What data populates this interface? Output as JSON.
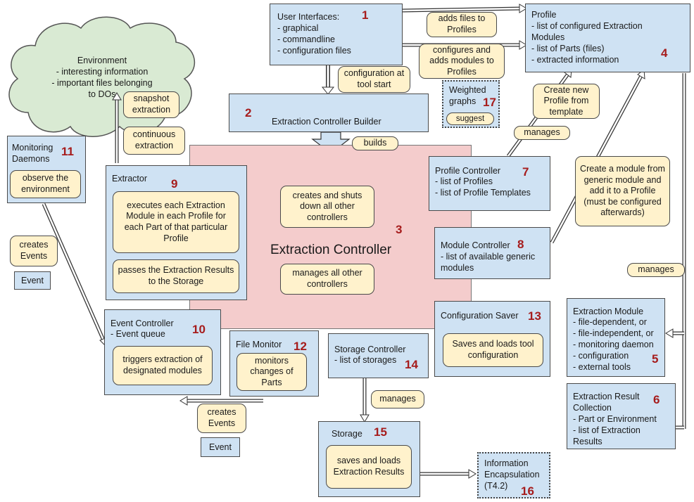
{
  "environment": {
    "title": "Environment",
    "lines": "- interesting information\n- important files belonging\nto DOs"
  },
  "user_interfaces": {
    "number": "1",
    "title": "User Interfaces:",
    "items": "- graphical\n- commandline\n- configuration files"
  },
  "profile": {
    "number": "4",
    "title": "Profile",
    "items": "- list of configured Extraction\nModules\n- list of Parts (files)\n- extracted information"
  },
  "builder": {
    "number": "2",
    "title": "Extraction Controller Builder"
  },
  "extraction_controller": {
    "number": "3",
    "title": "Extraction Controller",
    "note1": "creates and shuts\ndown all other\ncontrollers",
    "note2": "manages all other\ncontrollers"
  },
  "monitoring_daemons": {
    "number": "11",
    "title": "Monitoring\nDaemons",
    "note": "observe the\nenvironment"
  },
  "extractor": {
    "number": "9",
    "title": "Extractor",
    "note1": "executes each Extraction\nModule in each Profile\nfor each Part of that\nparticular Profile",
    "note2": "passes the Extraction\nResults to the Storage"
  },
  "profile_controller": {
    "number": "7",
    "title": "Profile Controller",
    "items": "- list of Profiles\n- list of Profile Templates"
  },
  "module_controller": {
    "number": "8",
    "title": "Module Controller",
    "items": "- list of available generic\nmodules"
  },
  "configuration_saver": {
    "number": "13",
    "title": "Configuration Saver",
    "note": "Saves and loads\ntool configuration"
  },
  "event_controller": {
    "number": "10",
    "title": "Event Controller",
    "items": "- Event queue",
    "note": "triggers extraction of\ndesignated modules"
  },
  "file_monitor": {
    "number": "12",
    "title": "File Monitor",
    "note": "monitors\nchanges of\nParts"
  },
  "storage_controller": {
    "number": "14",
    "title": "Storage Controller",
    "items": "- list of storages"
  },
  "storage": {
    "number": "15",
    "title": "Storage",
    "note": "saves and loads\nExtraction\nResults"
  },
  "information_encapsulation": {
    "number": "16",
    "text": "Information\nEncapsulation\n(T4.2)"
  },
  "weighted_graphs": {
    "number": "17",
    "text": "Weighted\ngraphs",
    "suggest": "suggest"
  },
  "extraction_module": {
    "number": "5",
    "title": "Extraction Module",
    "items": "- file-dependent, or\n- file-independent, or\n- monitoring daemon\n- configuration\n- external tools"
  },
  "extraction_result_collection": {
    "number": "6",
    "title": "Extraction Result\nCollection",
    "items": "- Part or Environment\n- list of Extraction\nResults"
  },
  "labels": {
    "adds_files": "adds files to\nProfiles",
    "configures_adds": "configures and\nadds modules\nto Profiles",
    "config_at_start": "configuration\nat tool start",
    "create_new_profile": "Create new\nProfile from\ntemplate",
    "manages_profile": "manages",
    "create_module": "Create a module\nfrom generic\nmodule and add it\nto a Profile (must\nbe configured\nafterwards)",
    "manages_modules": "manages",
    "snapshot": "snapshot\nextraction",
    "continuous": "continuous\nextraction",
    "builds": "builds",
    "creates_events_1": "creates\nEvents",
    "event_1": "Event",
    "creates_events_2": "creates\nEvents",
    "event_2": "Event",
    "manages_storage": "manages"
  }
}
